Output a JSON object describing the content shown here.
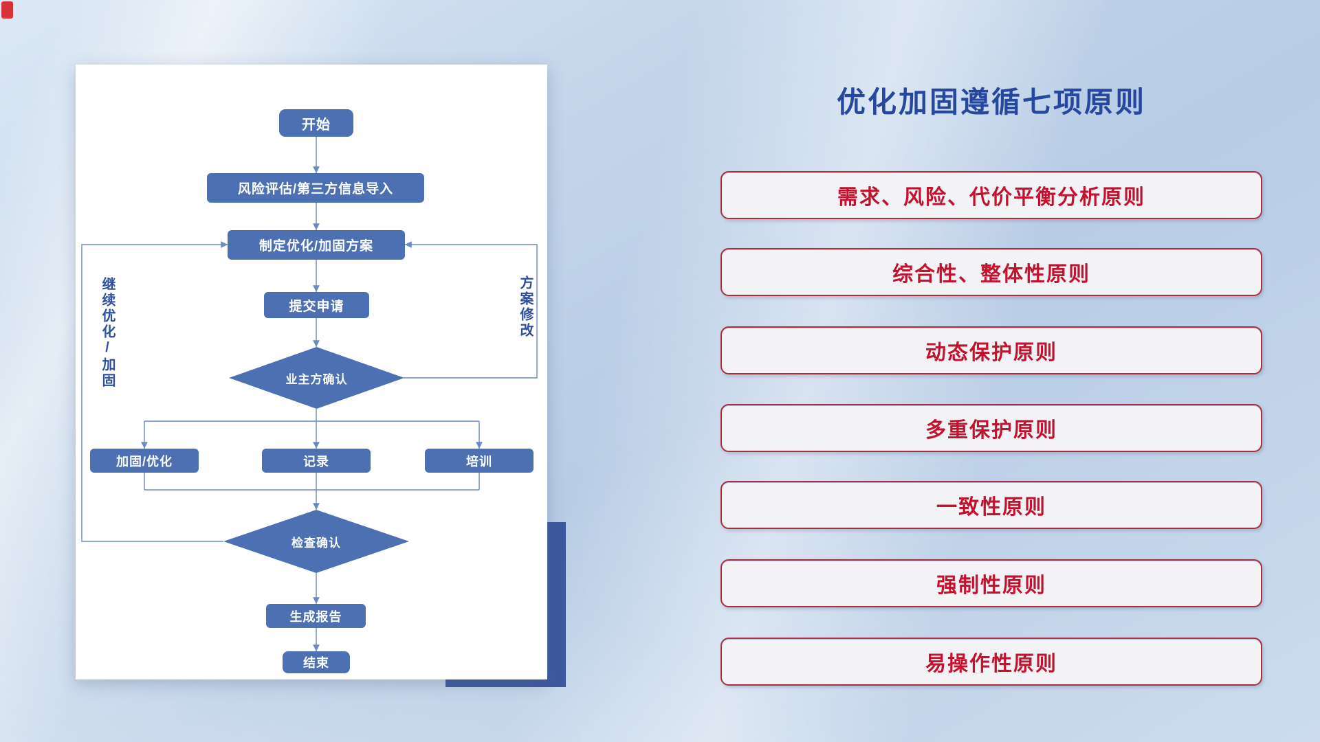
{
  "title": "优化加固遵循七项原则",
  "flowchart": {
    "nodes": {
      "start": "开始",
      "risk": "风险评估/第三方信息导入",
      "plan": "制定优化/加固方案",
      "submit": "提交申请",
      "owner_confirm": "业主方确认",
      "reinforce": "加固/优化",
      "record": "记录",
      "training": "培训",
      "check_confirm": "检查确认",
      "report": "生成报告",
      "end": "结束"
    },
    "labels": {
      "left_loop": "继续优化/加固",
      "right_loop": "方案修改"
    }
  },
  "principles": [
    "需求、风险、代价平衡分析原则",
    "综合性、整体性原则",
    "动态保护原则",
    "多重保护原则",
    "一致性原则",
    "强制性原则",
    "易操作性原则"
  ],
  "colors": {
    "accent_blue": "#4d70b3",
    "line_blue": "#6a89c6",
    "title_blue": "#26479e",
    "principle_red": "#c2122e",
    "principle_border": "#a92e3e",
    "shadow_navy": "#3d5a9e"
  }
}
